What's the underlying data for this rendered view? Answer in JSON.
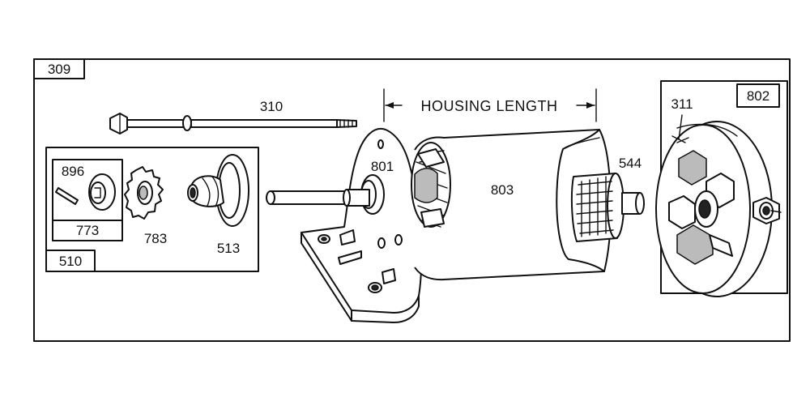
{
  "diagram": {
    "labels": {
      "main_assembly": "309",
      "through_bolt": "310",
      "housing_length": "HOUSING LENGTH",
      "end_cap_kit": "802",
      "brush_spring": "311",
      "drive_kit": "510",
      "roll_pin": "896",
      "clutch_retainer": "773",
      "pinion_gear": "783",
      "helix_drive": "513",
      "drive_end_cap": "801",
      "housing": "803",
      "armature": "544"
    }
  }
}
